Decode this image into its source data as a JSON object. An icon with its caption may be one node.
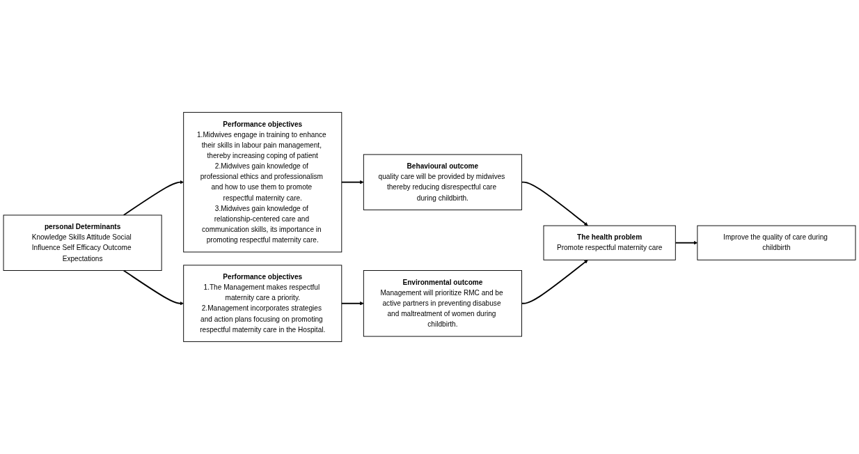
{
  "diagram": {
    "nodes": [
      {
        "text": [
          "personal Determinants",
          "Knowledge Skills Attitude Social Influence Self Efficacy Outcome Expectations"
        ]
      },
      {
        "text": [
          "Performance objectives",
          "1.Midwives engage in training to enhance their skills in labour pain management, thereby increasing coping of patient",
          "2.Midwives gain knowledge of professional ethics and professionalism and how to use them to promote respectful maternity care.",
          "3.Midwives gain knowledge of relationship-centered care and communication skills, its importance in promoting respectful maternity care."
        ]
      },
      {
        "text": [
          "Performance objectives",
          "1.The Management makes respectful maternity care a priority.",
          "2.Management incorporates strategies and action plans focusing on promoting respectful maternity care in the Hospital."
        ]
      },
      {
        "text": [
          "Behavioural outcome",
          "quality care will be provided by midwives thereby reducing disrespectful care during childbirth."
        ]
      },
      {
        "text": [
          "Environmental outcome",
          "Management will prioritize RMC and be active partners in preventing disabuse and maltreatment of women during childbirth."
        ]
      },
      {
        "text": [
          "The health problem",
          "Promote respectful maternity care"
        ]
      },
      {
        "text": [
          "Improve the quality of care during childbirth"
        ]
      }
    ],
    "edges": [
      {
        "from": 0,
        "to": 1,
        "arrow": "to"
      },
      {
        "from": 0,
        "to": 2,
        "arrow": "to"
      },
      {
        "from": 1,
        "to": 3,
        "arrow": "to"
      },
      {
        "from": 2,
        "to": 4,
        "arrow": "to"
      },
      {
        "from": 3,
        "to": 5,
        "arrow": "to"
      },
      {
        "from": 4,
        "to": 5,
        "arrow": "to"
      },
      {
        "from": 5,
        "to": 6,
        "arrow": "to"
      }
    ]
  }
}
